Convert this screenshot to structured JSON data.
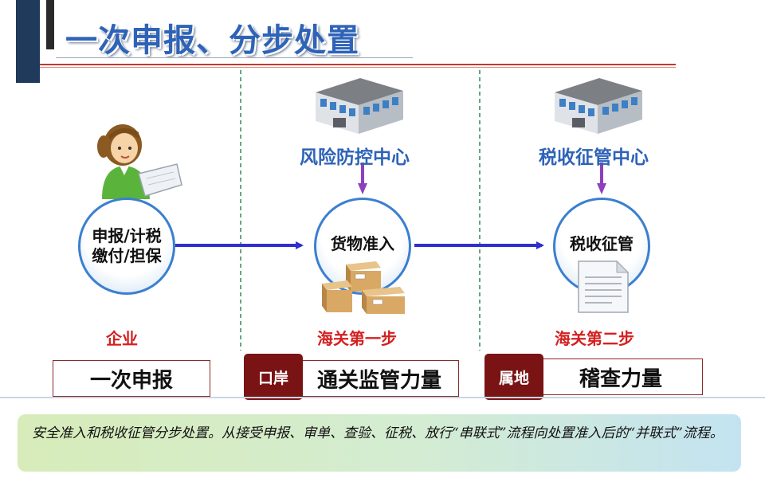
{
  "header": {
    "title": "一次申报、分步处置"
  },
  "diagram": {
    "nodes": {
      "enterprise": {
        "circle_text": [
          "申报/计税",
          "缴付/担保"
        ],
        "caption": "企业"
      },
      "cargo": {
        "circle_text": [
          "货物准入"
        ],
        "caption": "海关第一步"
      },
      "tax": {
        "circle_text": [
          "税收征管"
        ],
        "caption": "海关第二步"
      }
    },
    "centers": {
      "risk": "风险防控中心",
      "tax": "税收征管中心"
    },
    "boxes": {
      "declare": "一次申报",
      "port_tag": "口岸",
      "port_box": "通关监管力量",
      "local_tag": "属地",
      "local_box": "稽查力量"
    }
  },
  "note": {
    "text": "安全准入和税收征管分步处置。从接受申报、审单、查验、征税、放行“串联式”流程向处置准入后的“并联式”流程。"
  },
  "colors": {
    "title_blue": "#2e63b8",
    "caption_red": "#d42020",
    "arrow_blue": "#2f2fd0",
    "arrow_purple": "#8e3fbf",
    "tag_dark_red": "#7a1414"
  }
}
